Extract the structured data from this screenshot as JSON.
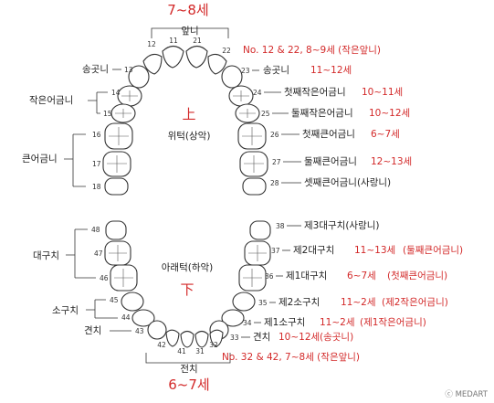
{
  "upper": {
    "age_top": "7~8세",
    "incisor_group": "앞니",
    "incisor_nums": [
      "12",
      "11",
      "21",
      "22"
    ],
    "incisor_note": "No. 12 & 22,  8~9세 (작은앞니)",
    "arch_char": "上",
    "arch_label": "위턱(상악)",
    "left_canine": "송곳니",
    "left_small_molar": "작은어금니",
    "left_big_molar": "큰어금니",
    "left_nums": [
      "13",
      "14",
      "15",
      "16",
      "17",
      "18"
    ],
    "right_nums": [
      "23",
      "24",
      "25",
      "26",
      "27",
      "28"
    ],
    "right_labels": [
      "송곳니",
      "첫째작은어금니",
      "둘째작은어금니",
      "첫째큰어금니",
      "둘째큰어금니",
      "셋째큰어금니(사랑니)"
    ],
    "right_ages": [
      "11~12세",
      "10~11세",
      "10~12세",
      "6~7세",
      "12~13세",
      ""
    ]
  },
  "lower": {
    "arch_char": "下",
    "arch_label": "아래턱(하악)",
    "left_molar": "대구치",
    "left_premolar": "소구치",
    "left_canine": "견치",
    "left_nums": [
      "48",
      "47",
      "46",
      "45",
      "44",
      "43"
    ],
    "right_nums": [
      "38",
      "37",
      "36",
      "35",
      "34",
      "33"
    ],
    "right_labels": [
      "제3대구치(사랑니)",
      "제2대구치",
      "제1대구치",
      "제2소구치",
      "제1소구치",
      "견치"
    ],
    "right_ages": [
      "",
      "11~13세",
      "6~7세",
      "11~2세",
      "11~2세",
      "10~12세"
    ],
    "right_notes": [
      "",
      "(둘째큰어금니)",
      "(첫째큰어금니)",
      "(제2작은어금니)",
      "(제1작은어금니)",
      "(송곳니)"
    ],
    "incisor_nums": [
      "42",
      "41",
      "31",
      "32"
    ],
    "incisor_group": "전치",
    "incisor_note": "No. 32 & 42,  7~8세 (작은앞니)",
    "age_bottom": "6~7세"
  },
  "watermark": "ⓒ MEDART"
}
